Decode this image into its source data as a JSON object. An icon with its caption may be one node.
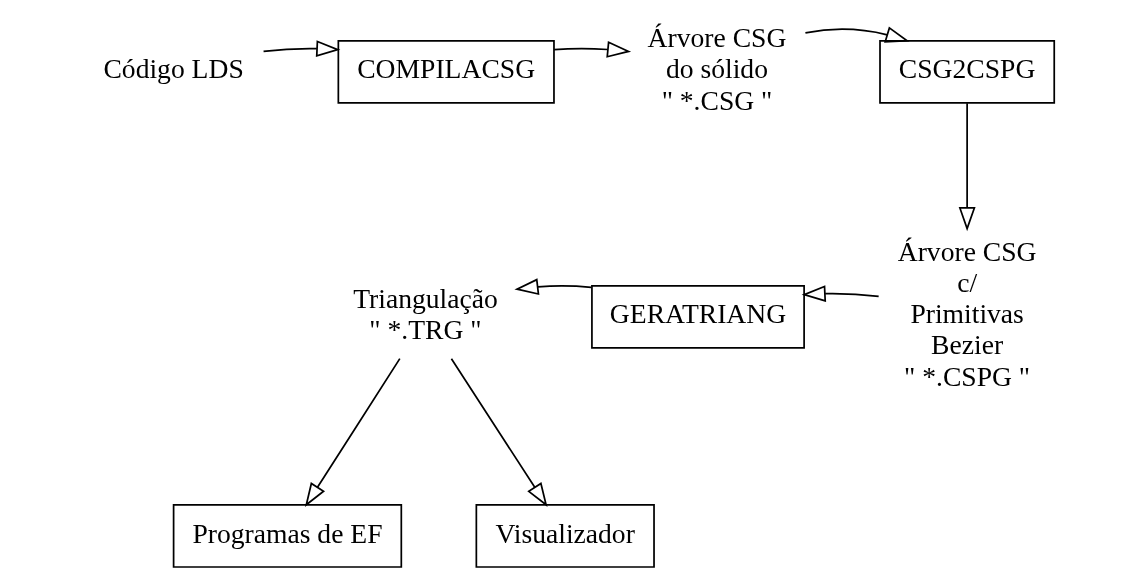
{
  "diagram": {
    "nodes": [
      {
        "text": [
          "Código LDS"
        ]
      },
      {
        "text": [
          "COMPILACSG"
        ]
      },
      {
        "text": [
          "Árvore CSG do sólido",
          "\" *.CSG \""
        ]
      },
      {
        "text": [
          "CSG2CSPG"
        ]
      },
      {
        "text": [
          "Árvore CSG c/ Primitivas Bezier",
          "\" *.CSPG \""
        ]
      },
      {
        "text": [
          "GERATRIANG"
        ]
      },
      {
        "text": [
          "Triangulação",
          "\" *.TRG \""
        ]
      },
      {
        "text": [
          "Programas de EF"
        ]
      },
      {
        "text": [
          "Visualizador"
        ]
      }
    ],
    "edges": [
      {
        "from": 0,
        "to": 1,
        "arrow": "to"
      },
      {
        "from": 1,
        "to": 2,
        "arrow": "to"
      },
      {
        "from": 2,
        "to": 3,
        "arrow": "to"
      },
      {
        "from": 3,
        "to": 4,
        "arrow": "to"
      },
      {
        "from": 4,
        "to": 5,
        "arrow": "to"
      },
      {
        "from": 5,
        "to": 6,
        "arrow": "to"
      },
      {
        "from": 6,
        "to": 7,
        "arrow": "to"
      },
      {
        "from": 6,
        "to": 8,
        "arrow": "to"
      }
    ]
  }
}
